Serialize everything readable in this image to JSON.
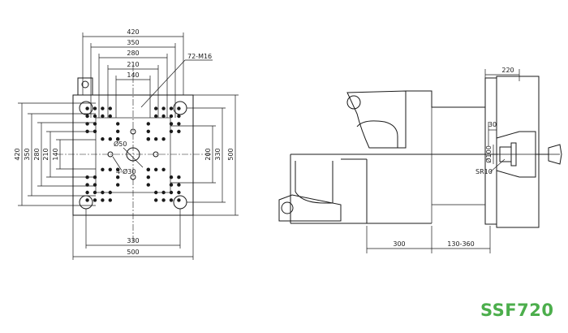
{
  "model": "SSF720",
  "front_view": {
    "top_dims": [
      "420",
      "350",
      "280",
      "210",
      "140"
    ],
    "thread_label": "72-M16",
    "left_dims": [
      "420",
      "350",
      "280",
      "210",
      "140"
    ],
    "right_dims": [
      "200",
      "330",
      "500"
    ],
    "bottom_dims": [
      "330",
      "500"
    ],
    "center_hole_label": "Ø50",
    "bolt_hole_label": "4-Ø30"
  },
  "side_view": {
    "top_dim": "220",
    "dim_30": "30",
    "dim_dia100": "Ø100",
    "dim_sr10": "SR10",
    "bottom_dims": [
      "300",
      "130-360"
    ]
  },
  "colors": {
    "line": "#1a1a1a",
    "model": "#4cae4c"
  }
}
